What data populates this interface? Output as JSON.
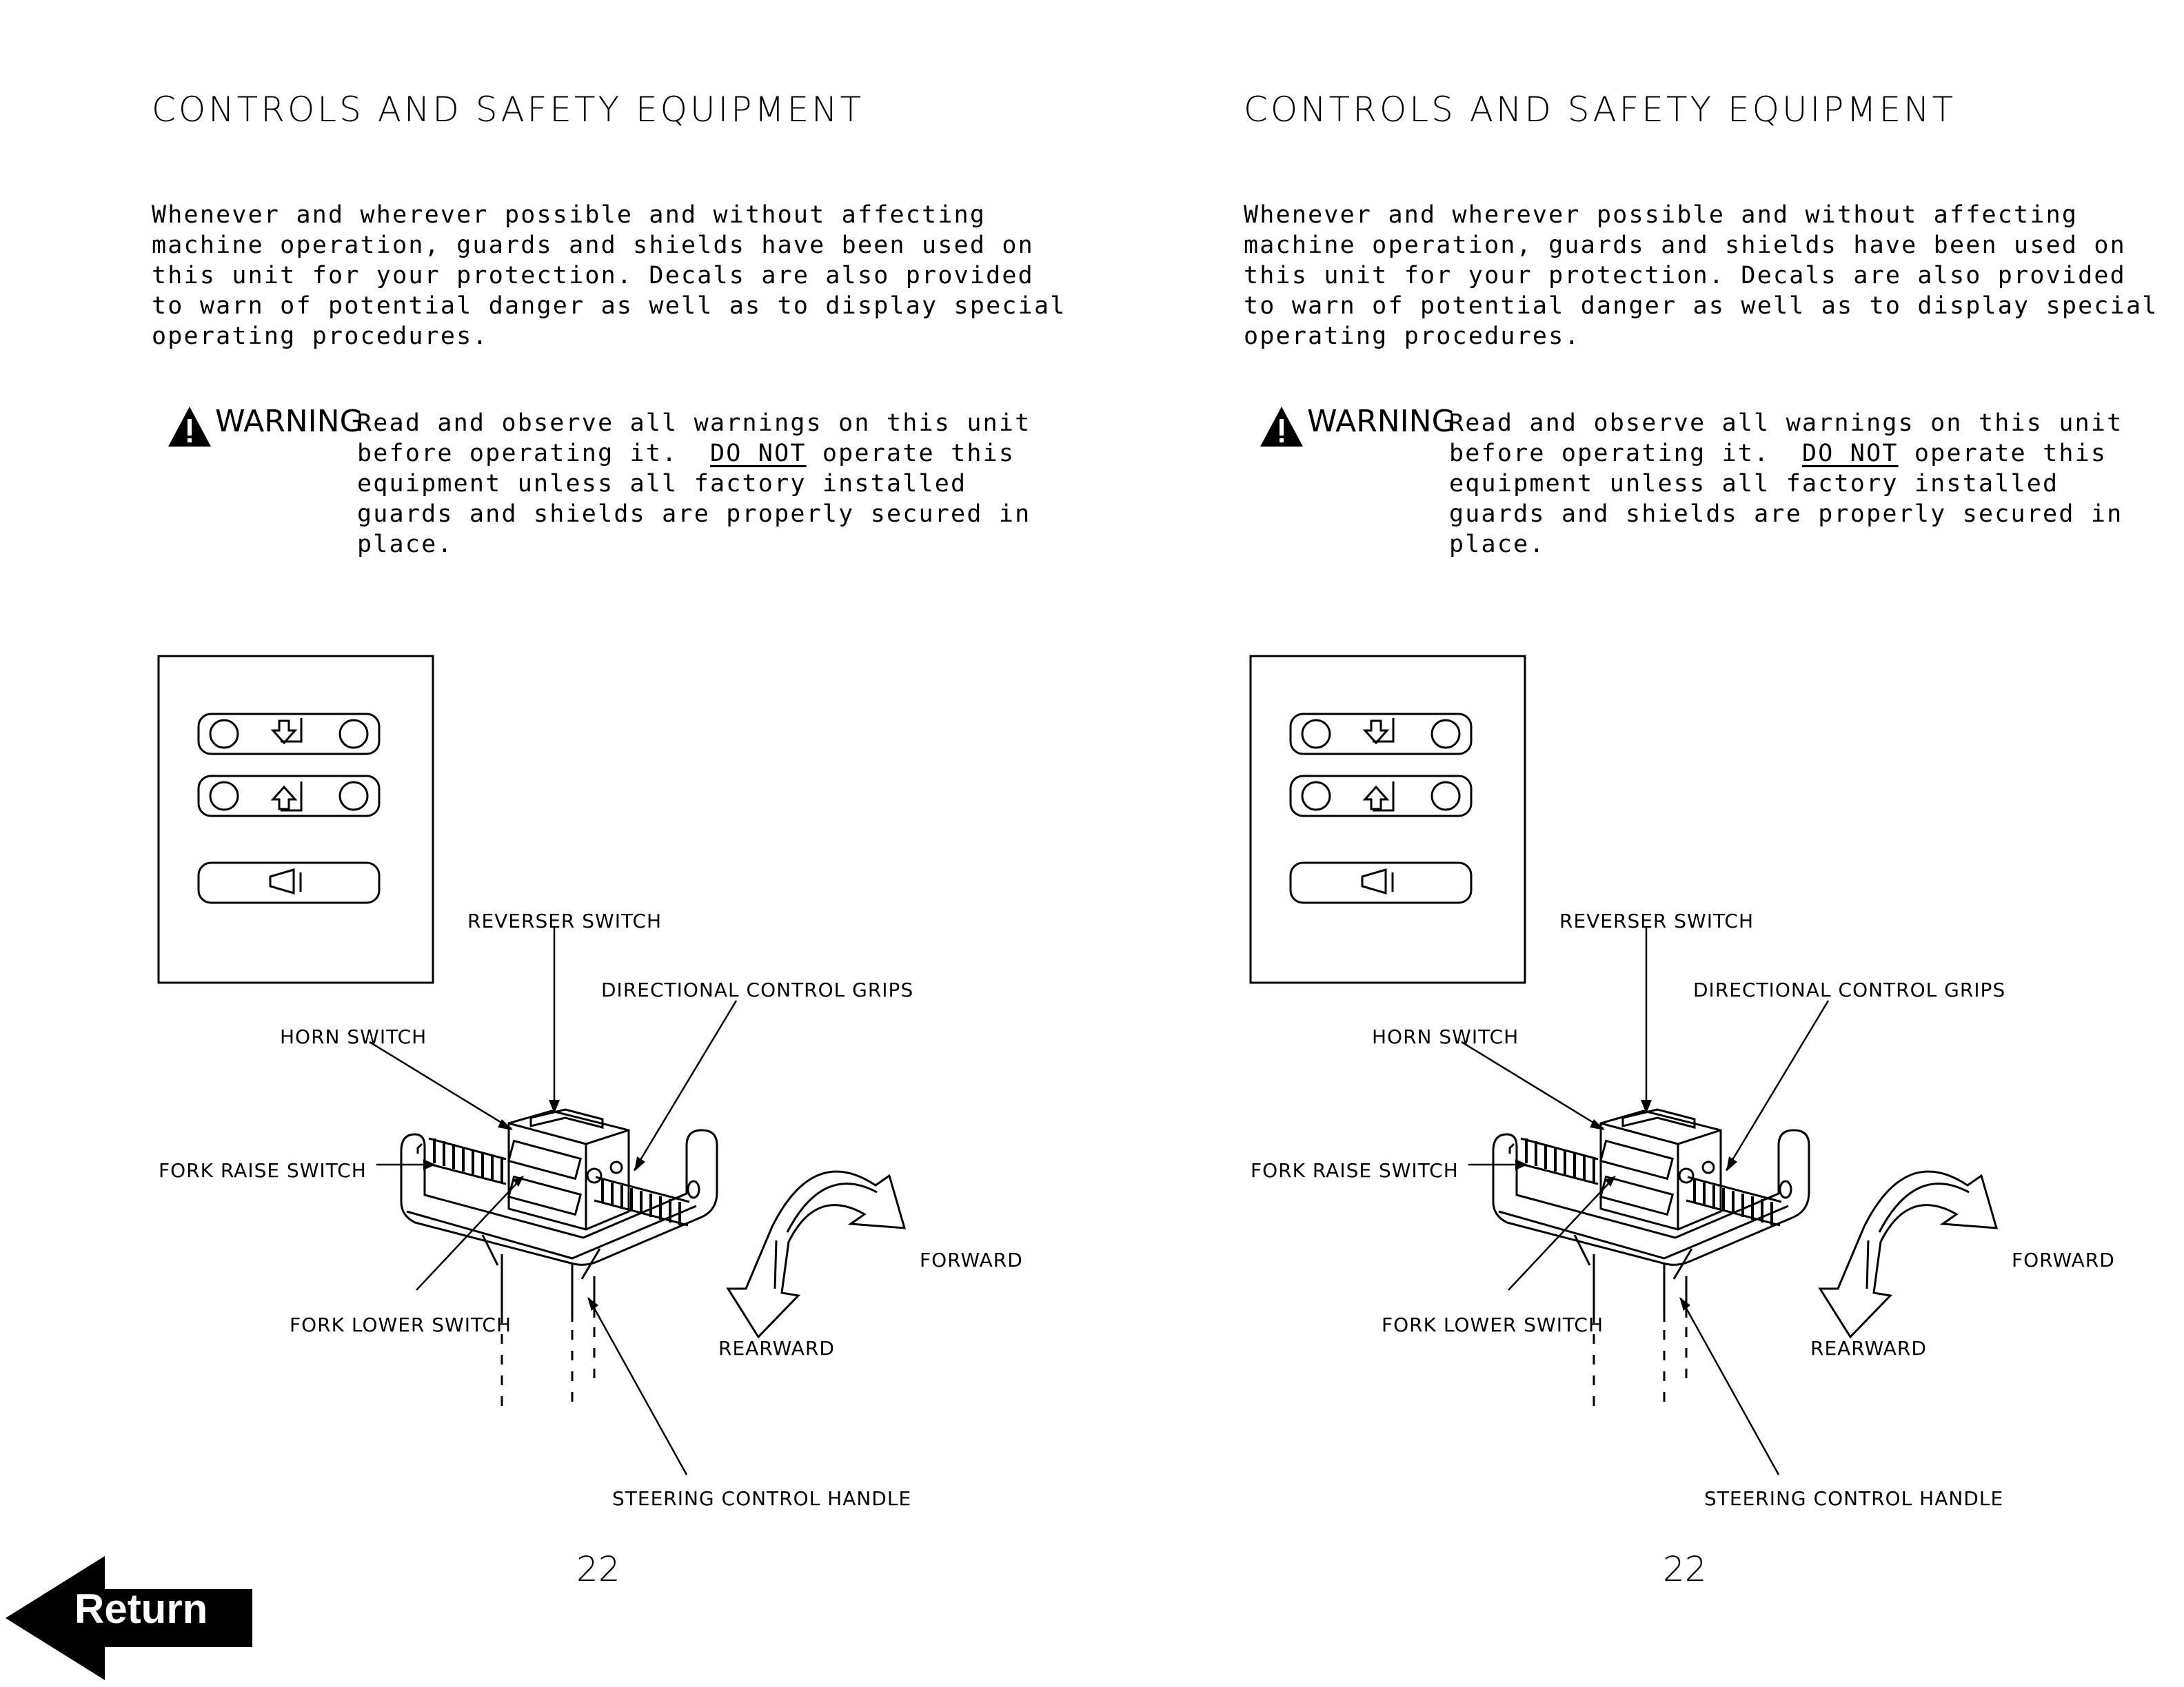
{
  "pages": [
    {
      "title": "CONTROLS AND SAFETY EQUIPMENT",
      "intro_lines": [
        "Whenever and wherever possible and without affecting",
        "machine operation, guards and shields have been used on",
        "this unit for your protection.  Decals are also provided",
        "to warn of potential danger as well as to display special",
        "operating procedures."
      ],
      "warning": {
        "label": "WARNING",
        "line1": "Read and observe all warnings on this unit",
        "line2_before": "before operating it.  ",
        "line2_emphasis": "DO NOT",
        "line2_after": " operate this",
        "line3": "equipment unless all factory installed",
        "line4": "guards and shields are properly secured in",
        "line5": "place."
      },
      "diagram_labels": {
        "reverser_switch": "REVERSER SWITCH",
        "directional_control_grips": "DIRECTIONAL CONTROL GRIPS",
        "horn_switch": "HORN SWITCH",
        "fork_raise_switch": "FORK RAISE SWITCH",
        "fork_lower_switch": "FORK LOWER SWITCH",
        "forward": "FORWARD",
        "rearward": "REARWARD",
        "steering_control_handle": "STEERING CONTROL HANDLE"
      },
      "page_number": "22"
    },
    {
      "title": "CONTROLS AND SAFETY EQUIPMENT",
      "intro_lines": [
        "Whenever and wherever possible and without affecting",
        "machine operation, guards and shields have been used on",
        "this unit for your protection.  Decals are also provided",
        "to warn of potential danger as well as to display special",
        "operating procedures."
      ],
      "warning": {
        "label": "WARNING",
        "line1": "Read and observe all warnings on this unit",
        "line2_before": "before operating it.  ",
        "line2_emphasis": "DO NOT",
        "line2_after": " operate this",
        "line3": "equipment unless all factory installed",
        "line4": "guards and shields are properly secured in",
        "line5": "place."
      },
      "diagram_labels": {
        "reverser_switch": "REVERSER SWITCH",
        "directional_control_grips": "DIRECTIONAL CONTROL GRIPS",
        "horn_switch": "HORN SWITCH",
        "fork_raise_switch": "FORK RAISE SWITCH",
        "fork_lower_switch": "FORK LOWER SWITCH",
        "forward": "FORWARD",
        "rearward": "REARWARD",
        "steering_control_handle": "STEERING CONTROL HANDLE"
      },
      "page_number": "22"
    }
  ],
  "return_button": {
    "label": "Return",
    "icon": "left-arrow-icon"
  }
}
